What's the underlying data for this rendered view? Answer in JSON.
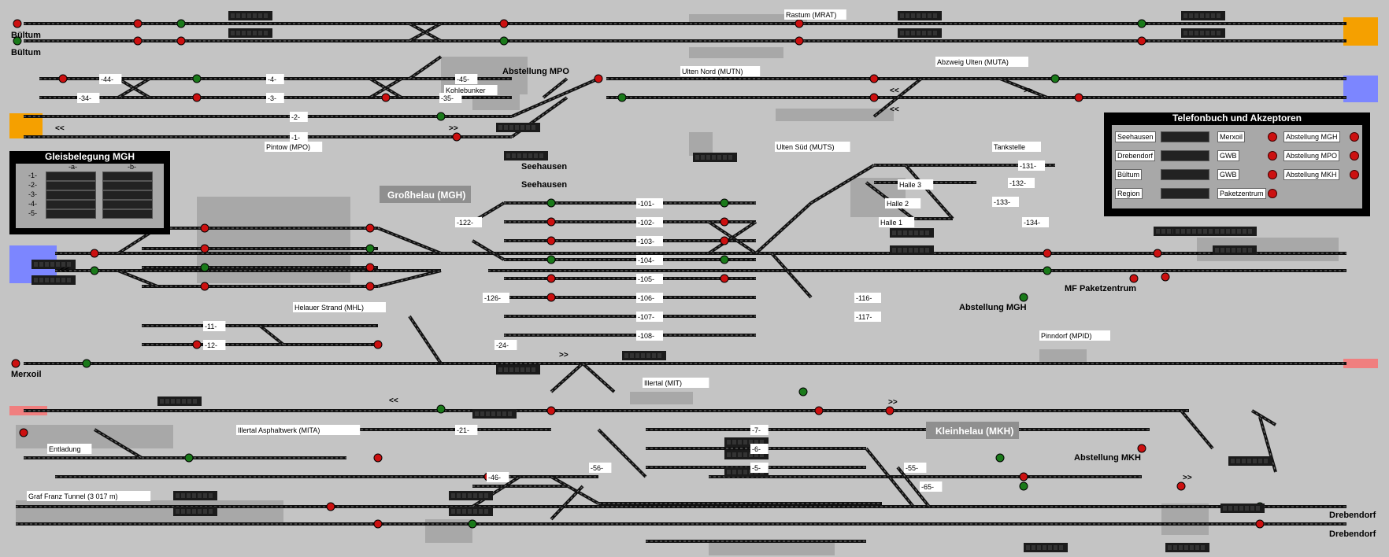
{
  "stations": {
    "bultum_1": "Bültum",
    "bultum_2": "Bültum",
    "merxoil": "Merxoil",
    "drebendorf_1": "Drebendorf",
    "drebendorf_2": "Drebendorf",
    "seehausen_1": "Seehausen",
    "seehausen_2": "Seehausen",
    "abstellung_mpo": "Abstellung MPO",
    "abstellung_mgh": "Abstellung MGH",
    "abstellung_mkh": "Abstellung MKH",
    "mf_paketzentrum": "MF Paketzentrum"
  },
  "areas": {
    "grosshelau": "Großhelau (MGH)",
    "kleinhelau": "Kleinhelau (MKH)"
  },
  "place_labels": {
    "rastum": "Rastum (MRAT)",
    "ulten_nord": "Ulten Nord (MUTN)",
    "abzweig_ulten": "Abzweig Ulten (MUTA)",
    "kohlebunker": "Kohlebunker",
    "pintow": "Pintow (MPO)",
    "ulten_sud": "Ulten Süd (MUTS)",
    "tankstelle": "Tankstelle",
    "halle3": "Halle 3",
    "halle2": "Halle 2",
    "halle1": "Halle 1",
    "helauer_strand": "Helauer Strand (MHL)",
    "pinndorf": "Pinndorf (MPID)",
    "illertal": "Illertal (MIT)",
    "illertal_asphalt": "Illertal Asphaltwerk (MITA)",
    "entladung": "Entladung",
    "graf_franz": "Graf Franz Tunnel (3 017 m)"
  },
  "gleisbelegung": {
    "title": "Gleisbelegung MGH",
    "col_a": "-a-",
    "col_b": "-b-",
    "rows": [
      "-1-",
      "-2-",
      "-3-",
      "-4-",
      "-5-"
    ]
  },
  "telefonbuch": {
    "title": "Telefonbuch und Akzeptoren",
    "col1": [
      "Seehausen",
      "Drebendorf",
      "Bültum",
      "Region"
    ],
    "col2": [
      "Merxoil",
      "GWB",
      "GWB",
      "Paketzentrum"
    ],
    "col3": [
      "Abstellung MGH",
      "Abstellung MPO",
      "Abstellung MKH"
    ]
  },
  "track_numbers": [
    "-44-",
    "-34-",
    "-4-",
    "-3-",
    "-2-",
    "-1-",
    "-45-",
    "-35-",
    "-101-",
    "-102-",
    "-103-",
    "-104-",
    "-105-",
    "-106-",
    "-107-",
    "-108-",
    "-122-",
    "-126-",
    "-131-",
    "-132-",
    "-133-",
    "-134-",
    "-116-",
    "-117-",
    "-11-",
    "-12-",
    "-24-",
    "-21-",
    "-46-",
    "-56-",
    "-55-",
    "-65-",
    "-7-",
    "-6-",
    "-5-"
  ],
  "arrows": {
    "left": "<<",
    "right": ">>"
  },
  "colors": {
    "background": "#c4c4c4",
    "track": "#111111",
    "signal_red": "#cc1010",
    "signal_green": "#1a7a1a",
    "zone_orange": "#f5a000",
    "zone_blue": "#7c86ff",
    "zone_pink": "#f07f7f",
    "occupied_gray": "#a8a8a8",
    "panel_black": "#000000"
  }
}
